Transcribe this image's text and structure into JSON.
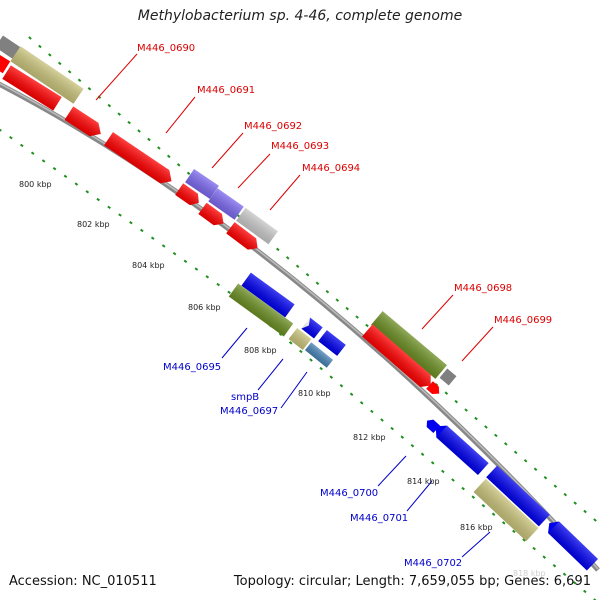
{
  "title": "Methylobacterium sp. 4-46, complete genome",
  "footer": {
    "accession": "Accession: NC_010511",
    "summary": "Topology: circular; Length: 7,659,055 bp; Genes: 6,691"
  },
  "ticks": [
    "800 kbp",
    "802 kbp",
    "804 kbp",
    "806 kbp",
    "808 kbp",
    "810 kbp",
    "812 kbp",
    "814 kbp",
    "816 kbp",
    "818 kbp"
  ],
  "labels": {
    "M446_0690": "M446_0690",
    "M446_0691": "M446_0691",
    "M446_0692": "M446_0692",
    "M446_0693": "M446_0693",
    "M446_0694": "M446_0694",
    "M446_0698": "M446_0698",
    "M446_0699": "M446_0699",
    "M446_0695": "M446_0695",
    "smpB": "smpB",
    "M446_0697": "M446_0697",
    "M446_0700": "M446_0700",
    "M446_0701": "M446_0701",
    "M446_0702": "M446_0702"
  },
  "colors": {
    "red": "#ff0000",
    "blue": "#0000ee",
    "olive": "#6b8e23",
    "khaki": "#c8c27a",
    "lavender": "#7b68ee",
    "grey": "#808080",
    "lightgrey": "#c8c8c8",
    "steelblue": "#4682b4",
    "tickgreen": "#1f8f1f",
    "backbone": "#888888",
    "labelRed": "#dd0000",
    "labelBlue": "#0000cc"
  }
}
